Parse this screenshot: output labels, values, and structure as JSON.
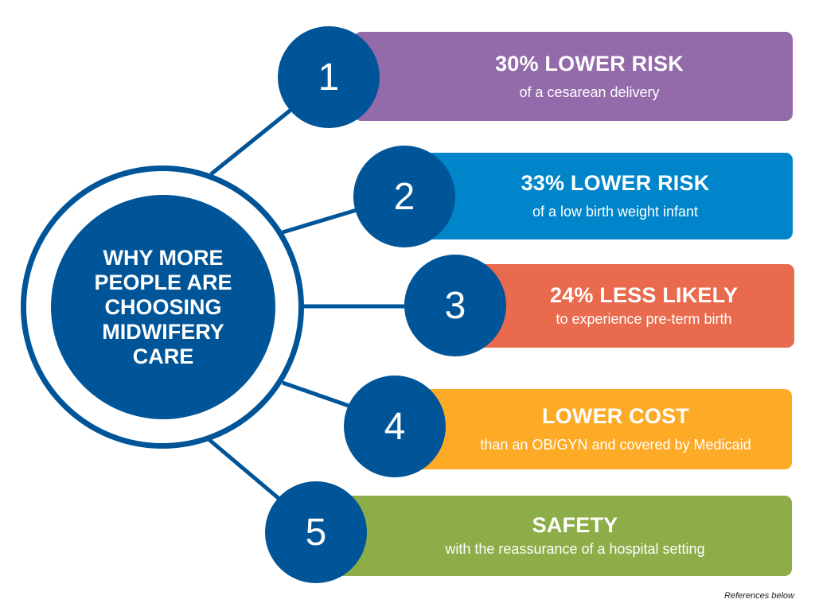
{
  "center": {
    "title": "WHY MORE\nPEOPLE ARE\nCHOOSING\nMIDWIFERY\nCARE"
  },
  "colors": {
    "primary_blue": "#005598",
    "item1": "#936AAA",
    "item2": "#0085CA",
    "item3": "#EA6A4D",
    "item4": "#FDAB27",
    "item5": "#8CAD47"
  },
  "items": [
    {
      "number": "1",
      "headline": "30% LOWER RISK",
      "detail": "of a cesarean delivery"
    },
    {
      "number": "2",
      "headline": "33% LOWER RISK",
      "detail": "of a low birth weight infant"
    },
    {
      "number": "3",
      "headline": "24% LESS LIKELY",
      "detail": "to experience pre-term birth"
    },
    {
      "number": "4",
      "headline": "LOWER COST",
      "detail": "than an OB/GYN and covered by Medicaid"
    },
    {
      "number": "5",
      "headline": "SAFETY",
      "detail": "with the reassurance of a hospital setting"
    }
  ],
  "footer": {
    "references_note": "References below"
  }
}
